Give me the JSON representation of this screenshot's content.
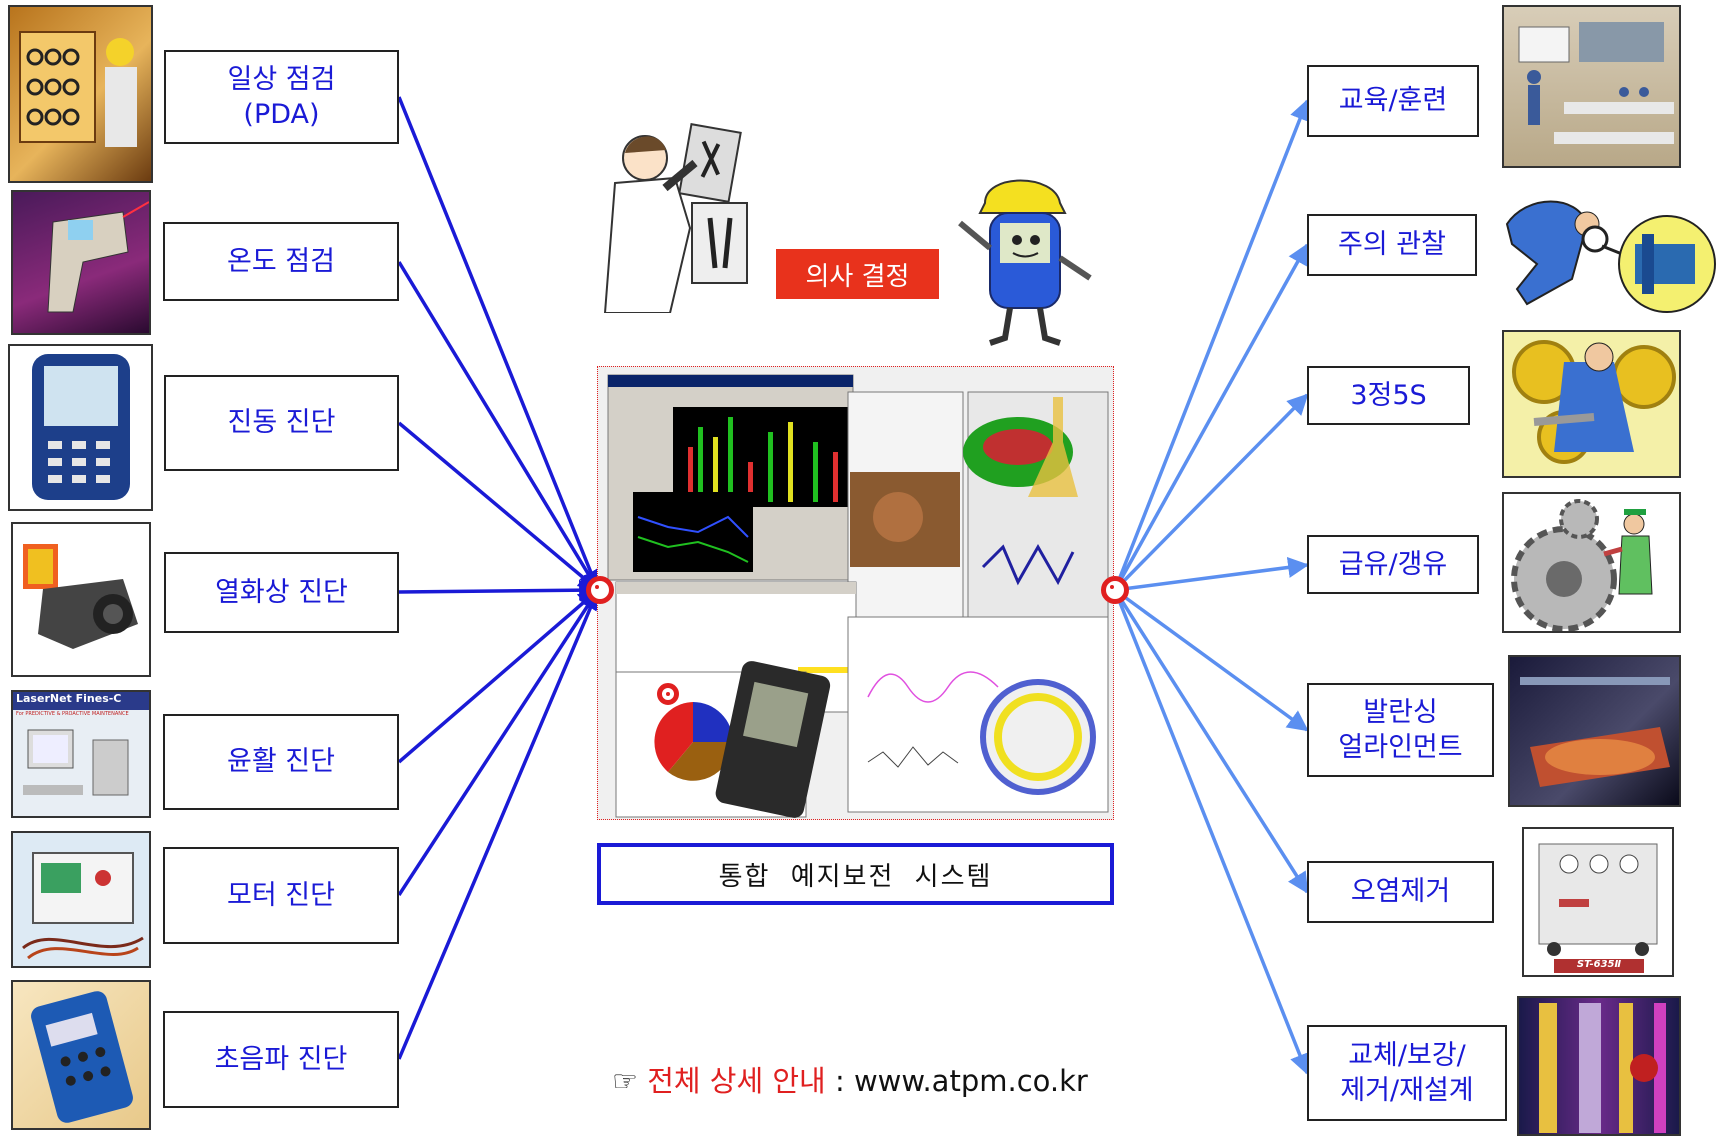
{
  "center": {
    "decision_label": "의사 결정",
    "system_title": "통합  예지보전 시스템"
  },
  "left_items": [
    {
      "lines": [
        "일상 점검",
        "(PDA)"
      ]
    },
    {
      "lines": [
        "온도 점검"
      ]
    },
    {
      "lines": [
        "진동 진단"
      ]
    },
    {
      "lines": [
        "열화상 진단"
      ]
    },
    {
      "lines": [
        "윤활 진단"
      ]
    },
    {
      "lines": [
        "모터 진단"
      ]
    },
    {
      "lines": [
        "초음파 진단"
      ]
    }
  ],
  "right_items": [
    {
      "lines": [
        "교육/훈련"
      ]
    },
    {
      "lines": [
        "주의 관찰"
      ]
    },
    {
      "lines": [
        "3정5S"
      ]
    },
    {
      "lines": [
        "급유/갱유"
      ]
    },
    {
      "lines": [
        "발란싱",
        "얼라인먼트"
      ]
    },
    {
      "lines": [
        "오염제거"
      ]
    },
    {
      "lines": [
        "교체/보강/",
        "제거/재설계"
      ]
    }
  ],
  "photo_captions": {
    "laser_net": "LaserNet Fines-C",
    "laser_net_sub": "For PREDICTIVE & PROACTIVE MAINTENANCE",
    "st635": "ST-635Ⅱ"
  },
  "footer": {
    "pointer": "☞",
    "highlight": "전체 상세 안내",
    "separator": " : ",
    "url": "www.atpm.co.kr"
  },
  "colors": {
    "left_arrow": "#1a1ad6",
    "right_arrow": "#5b8ff0",
    "hub": "#e02020",
    "decision_bg": "#e8321c",
    "label_text": "#1a1ad6"
  }
}
